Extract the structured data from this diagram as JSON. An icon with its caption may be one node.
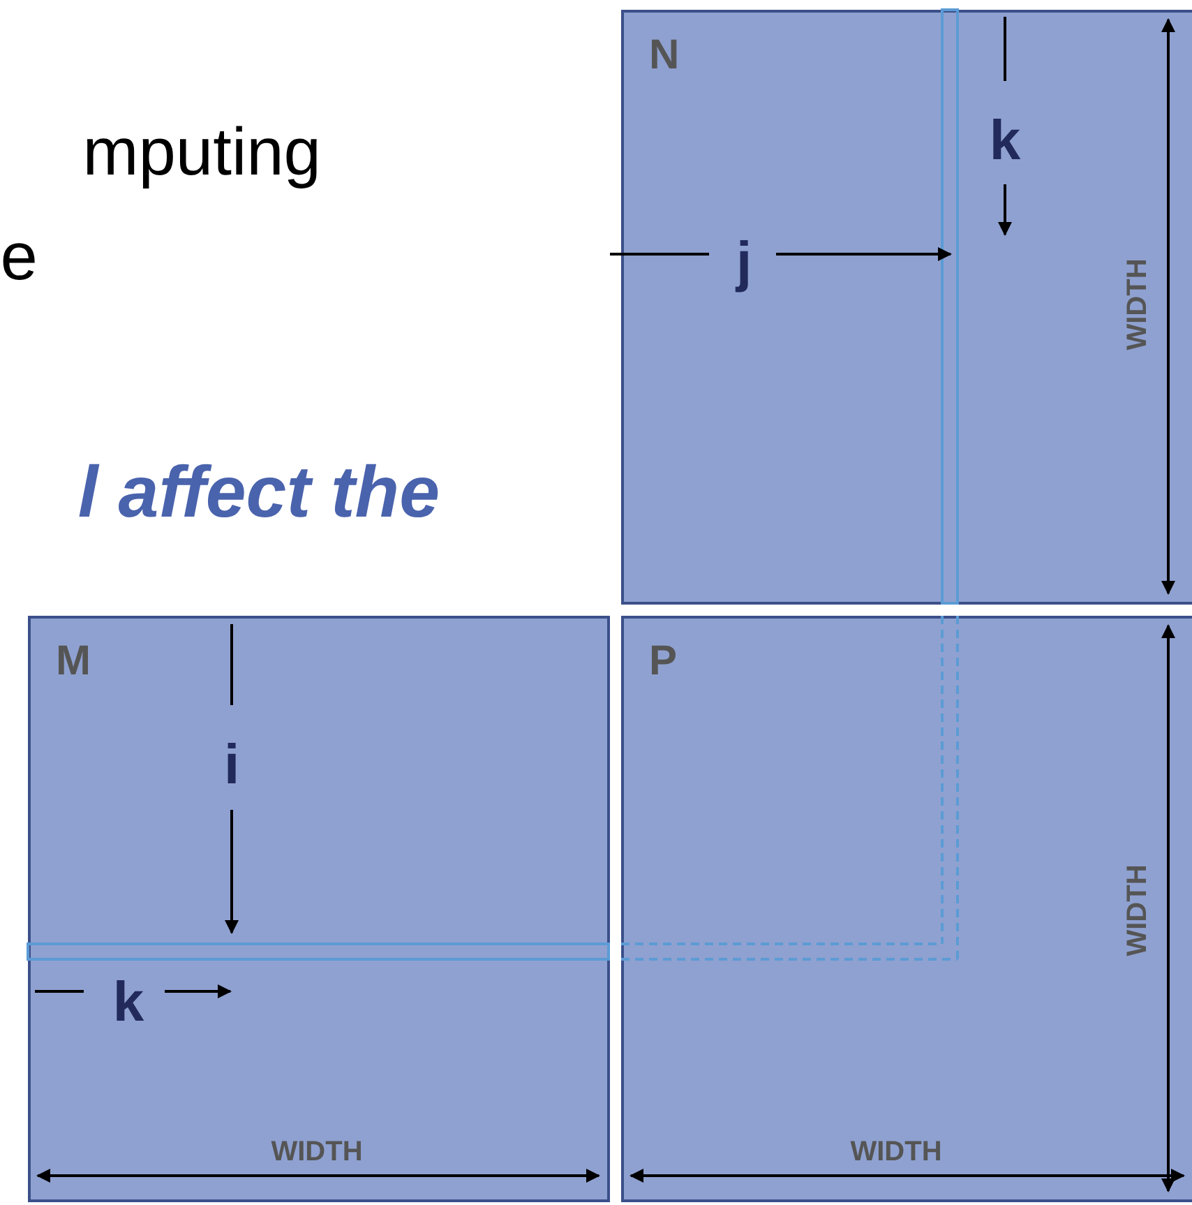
{
  "diagram": {
    "nodes": [
      {
        "text": [
          "N"
        ]
      },
      {
        "text": [
          "M"
        ]
      },
      {
        "text": [
          "P"
        ]
      }
    ],
    "edges": [],
    "labels": [
      "mputing",
      "e",
      "k",
      "j",
      "WIDTH",
      "l affect the",
      "i",
      "k",
      "WIDTH",
      "WIDTH",
      "WIDTH"
    ]
  }
}
